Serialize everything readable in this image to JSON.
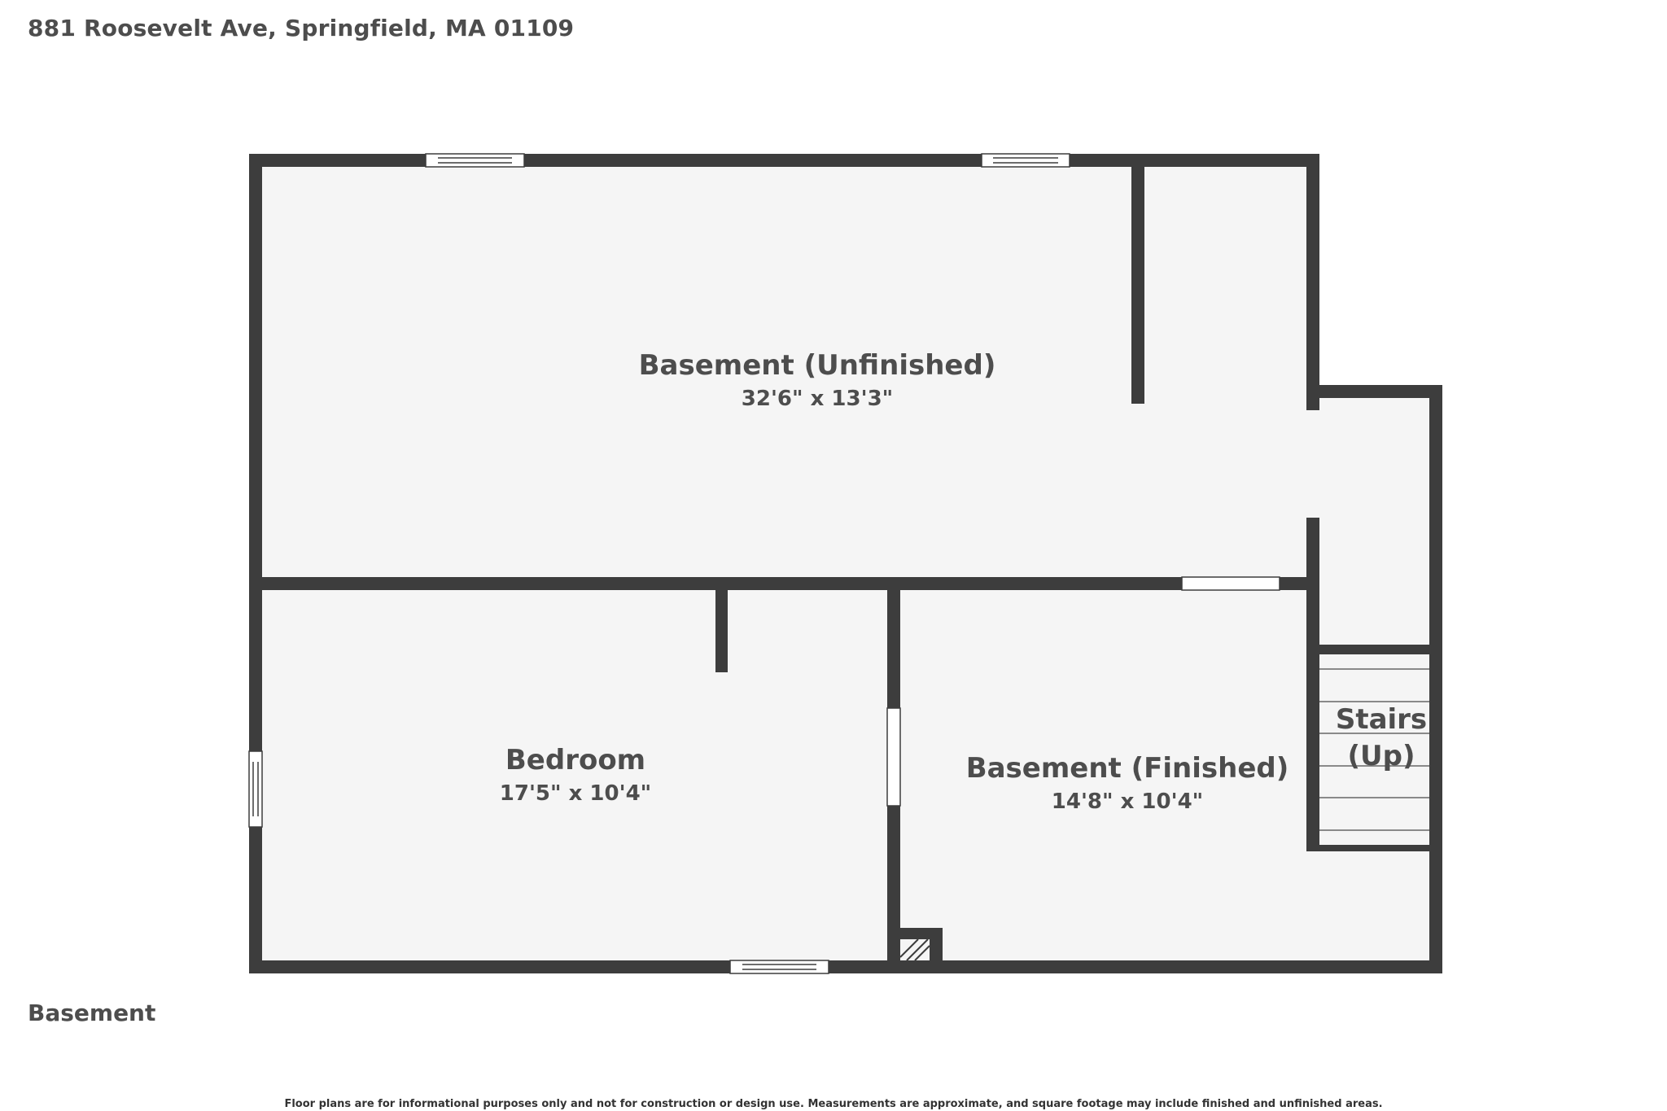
{
  "header": {
    "address": "881 Roosevelt Ave, Springfield, MA 01109"
  },
  "floor": {
    "name": "Basement"
  },
  "rooms": [
    {
      "name": "Basement (Unfinished)",
      "dimensions": "32'6\" x 13'3\""
    },
    {
      "name": "Bedroom",
      "dimensions": "17'5\" x 10'4\""
    },
    {
      "name": "Basement (Finished)",
      "dimensions": "14'8\" x 10'4\""
    },
    {
      "name_line1": "Stairs",
      "name_line2": "(Up)"
    }
  ],
  "footer": {
    "disclaimer": "Floor plans are for informational purposes only and not for construction or design use. Measurements are approximate, and square footage may include finished and unfinished areas."
  },
  "colors": {
    "wall": "#3d3d3d",
    "floor": "#f5f5f5",
    "text": "#4d4d4d",
    "background": "#ffffff"
  }
}
